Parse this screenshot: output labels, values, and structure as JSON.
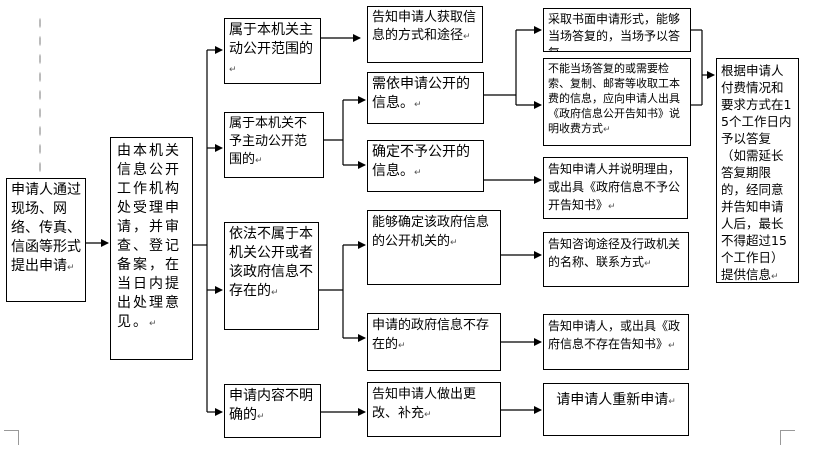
{
  "boxes": {
    "applicant": "申请人通过现场、网络、传真、信函等形式提出申请",
    "agency": "由本机关信息公开工作机构处受理申请，并审查、登记备案，在当日内提出处理意见。",
    "b_active": "属于本机关主动公开范围的",
    "b_not_active": "属于本机关不予主动公开范围的",
    "b_not_agency": "依法不属于本机关公开或者该政府信息不存在的",
    "b_unclear": "申请内容不明确的",
    "c_inform_way": "告知申请人获取信息的方式和途径",
    "c_need_public": "需依申请公开的信息。",
    "c_not_public": "确定不予公开的信息。",
    "c_can_identify": "能够确定该政府信息的公开机关的",
    "c_not_exist": "申请的政府信息不存在的",
    "c_inform_correct": "告知申请人做出更改、补充",
    "d_written": "采取书面申请形式，能够当场答复的，当场予以答复",
    "d_cannot_immediate": "不能当场答复的或需要检索、复制、邮寄等收取工本费的信息，应向申请人出具《政府信息公开告知书》说明收费方式",
    "d_inform_reason": "告知申请人并说明理由，或出具《政府信息不予公开告知书》",
    "d_inform_contact": "告知咨询途径及行政机关的名称、联系方式",
    "d_inform_not_exist": "告知申请人，或出具《政府信息不存在告知书》",
    "d_reapply": "请申请人重新申请",
    "e_provide": "根据申请人付费情况和要求方式在15个工作日内予以答复（如需延长答复期限的，经同意并告知申请人后，最长不得超过15个工作日）提供信息"
  },
  "return_mark": "↵"
}
